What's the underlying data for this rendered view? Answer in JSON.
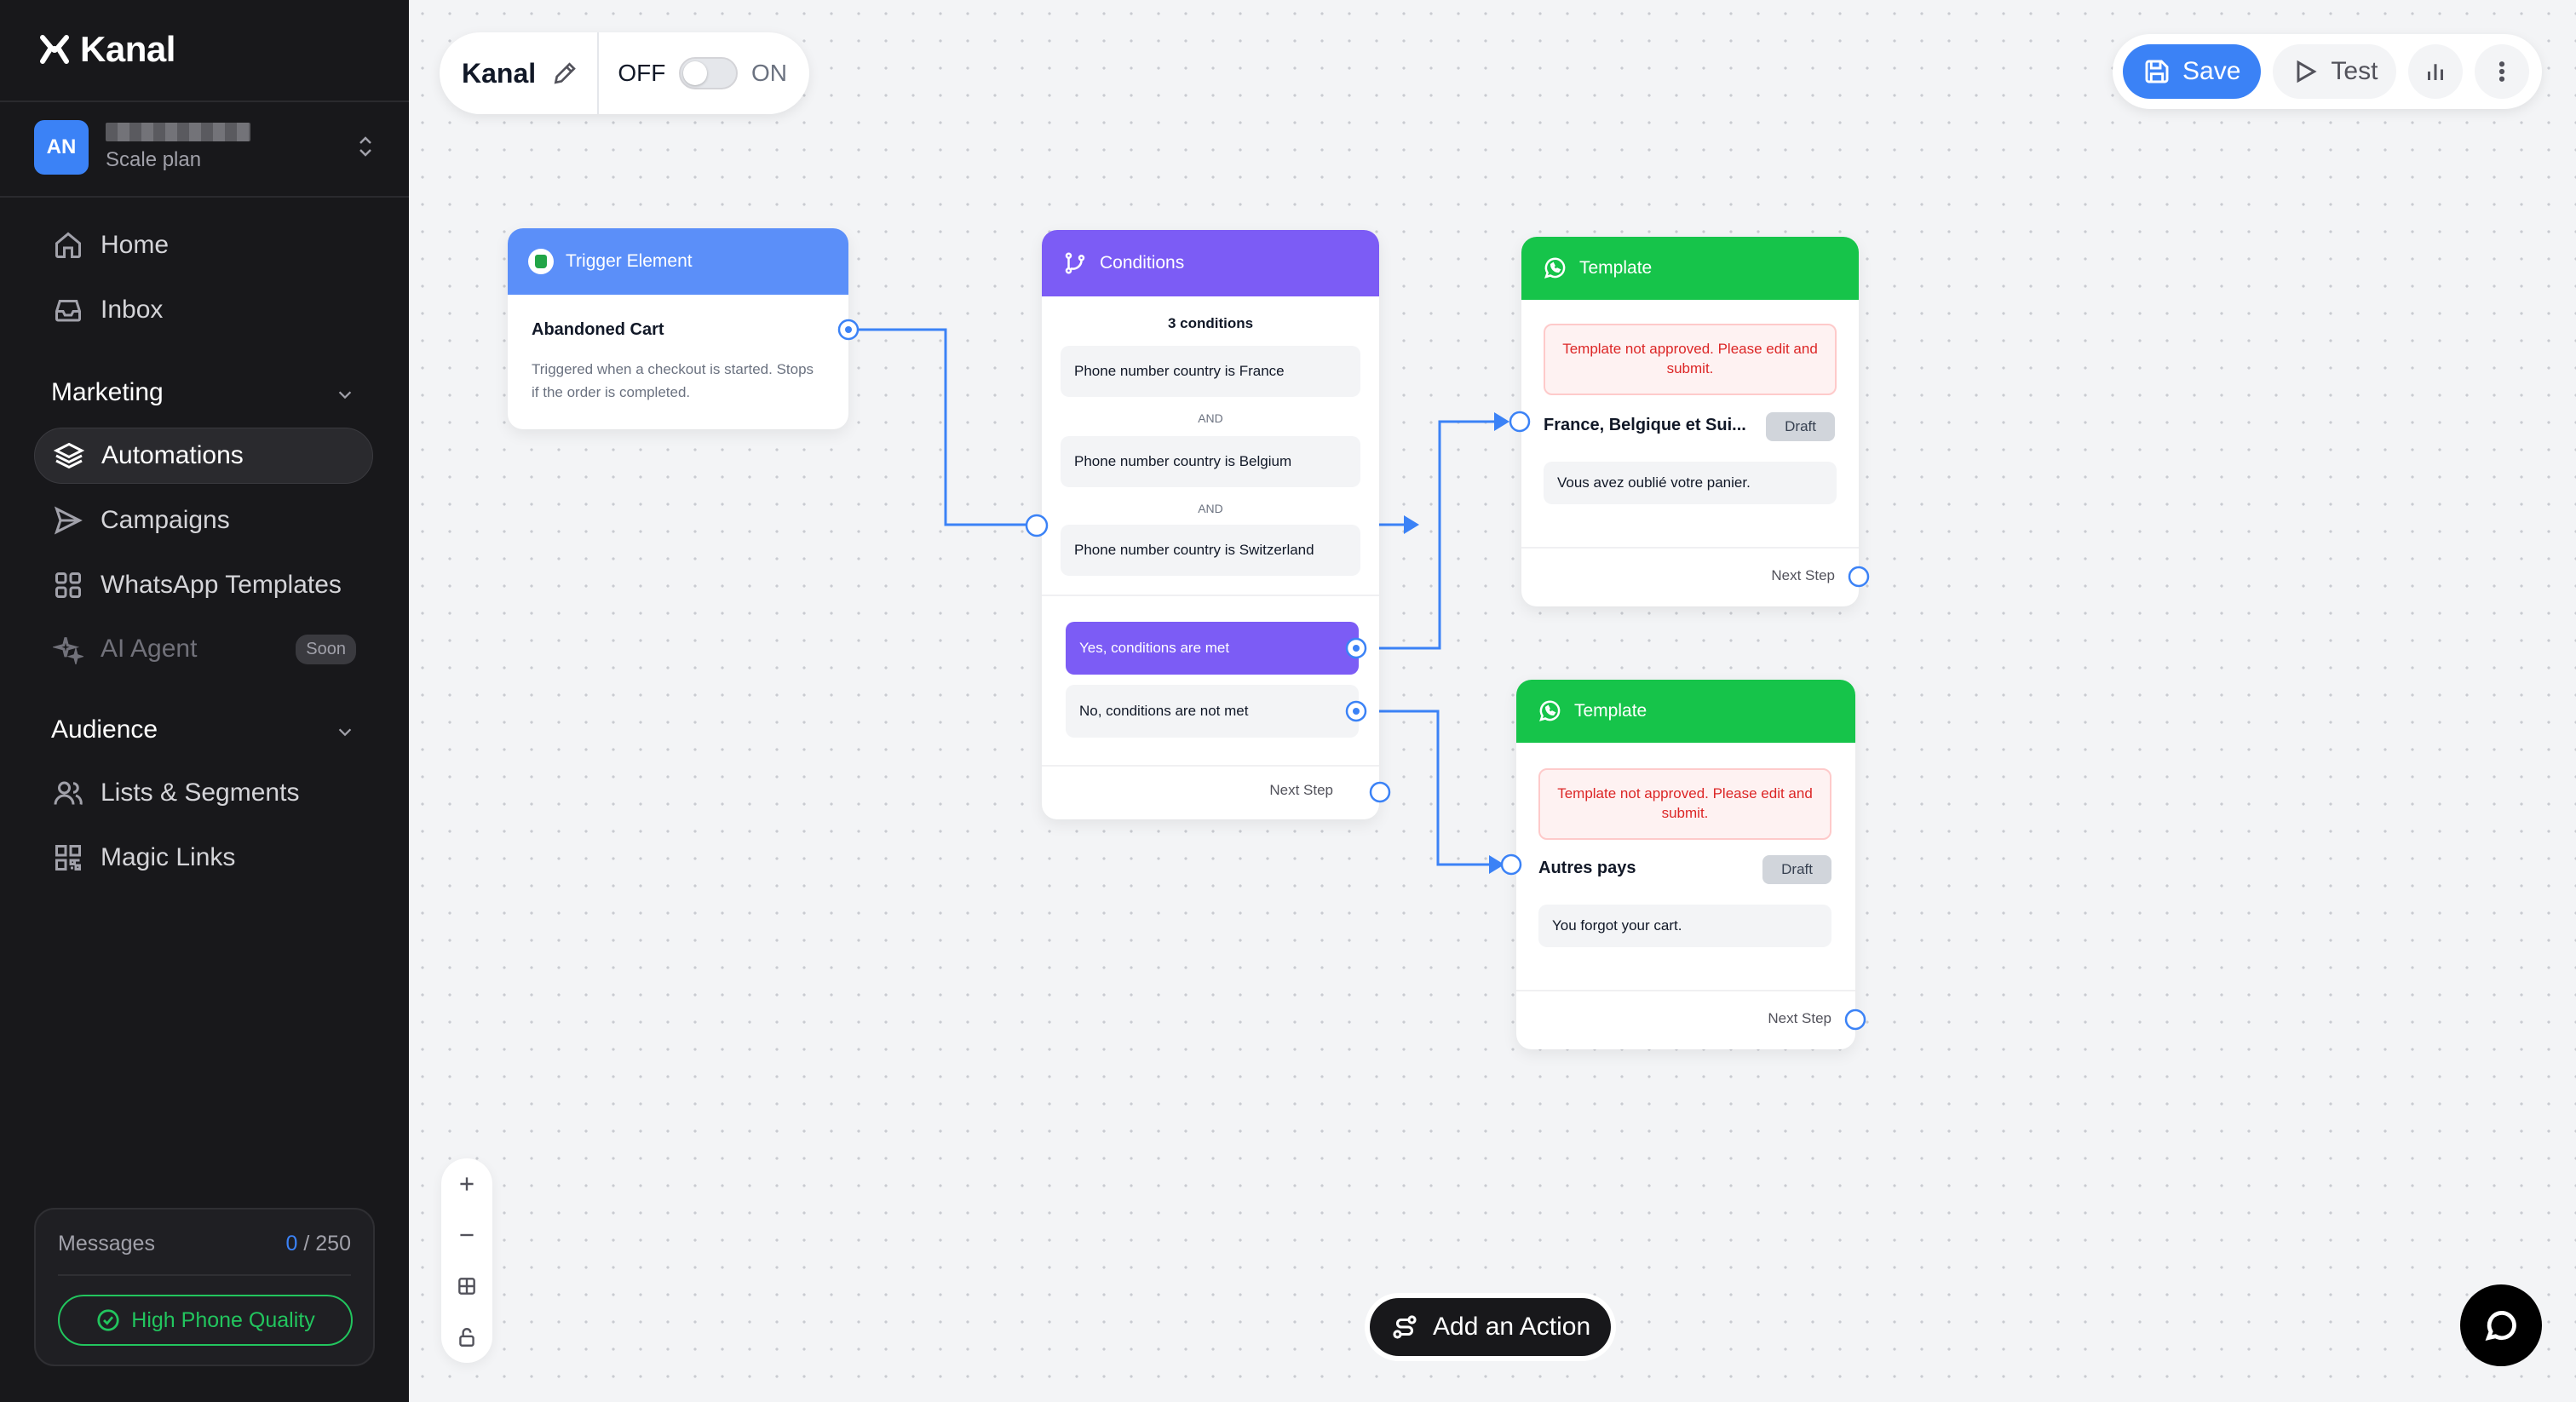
{
  "app": {
    "name": "Kanal"
  },
  "account": {
    "initials": "AN",
    "plan": "Scale plan"
  },
  "nav": {
    "home": "Home",
    "inbox": "Inbox",
    "marketing": "Marketing",
    "automations": "Automations",
    "campaigns": "Campaigns",
    "whatsapp_templates": "WhatsApp Templates",
    "ai_agent": "AI Agent",
    "soon": "Soon",
    "audience": "Audience",
    "lists_segments": "Lists & Segments",
    "magic_links": "Magic Links"
  },
  "messages": {
    "label": "Messages",
    "used": "0",
    "limit": " / 250",
    "quality": "High Phone Quality"
  },
  "topbar": {
    "flow_name": "Kanal",
    "off": "OFF",
    "on": "ON",
    "toggle_state": "off"
  },
  "toolbar": {
    "save": "Save",
    "test": "Test"
  },
  "trigger": {
    "header": "Trigger Element",
    "title": "Abandoned Cart",
    "description": "Triggered when a checkout is started. Stops if the order is completed."
  },
  "conditions": {
    "header": "Conditions",
    "count": "3 conditions",
    "items": [
      "Phone number country is France",
      "Phone number country is Belgium",
      "Phone number country is Switzerland"
    ],
    "and_label": "AND",
    "yes": "Yes, conditions are met",
    "no": "No, conditions are not met",
    "next_step": "Next Step"
  },
  "template1": {
    "header": "Template",
    "error": "Template not approved. Please edit and submit.",
    "name": "France, Belgique et Sui...",
    "status": "Draft",
    "message": "Vous avez oublié votre panier.",
    "next_step": "Next Step"
  },
  "template2": {
    "header": "Template",
    "error": "Template not approved. Please edit and submit.",
    "name": "Autres pays",
    "status": "Draft",
    "message": "You forgot your cart.",
    "next_step": "Next Step"
  },
  "add_action": "Add an Action",
  "colors": {
    "accent": "#3b82f6",
    "trigger": "#5b8ff9",
    "conditions": "#7c5cf5",
    "template": "#16c44a",
    "quality": "#22c55e",
    "error": "#dc2626"
  }
}
